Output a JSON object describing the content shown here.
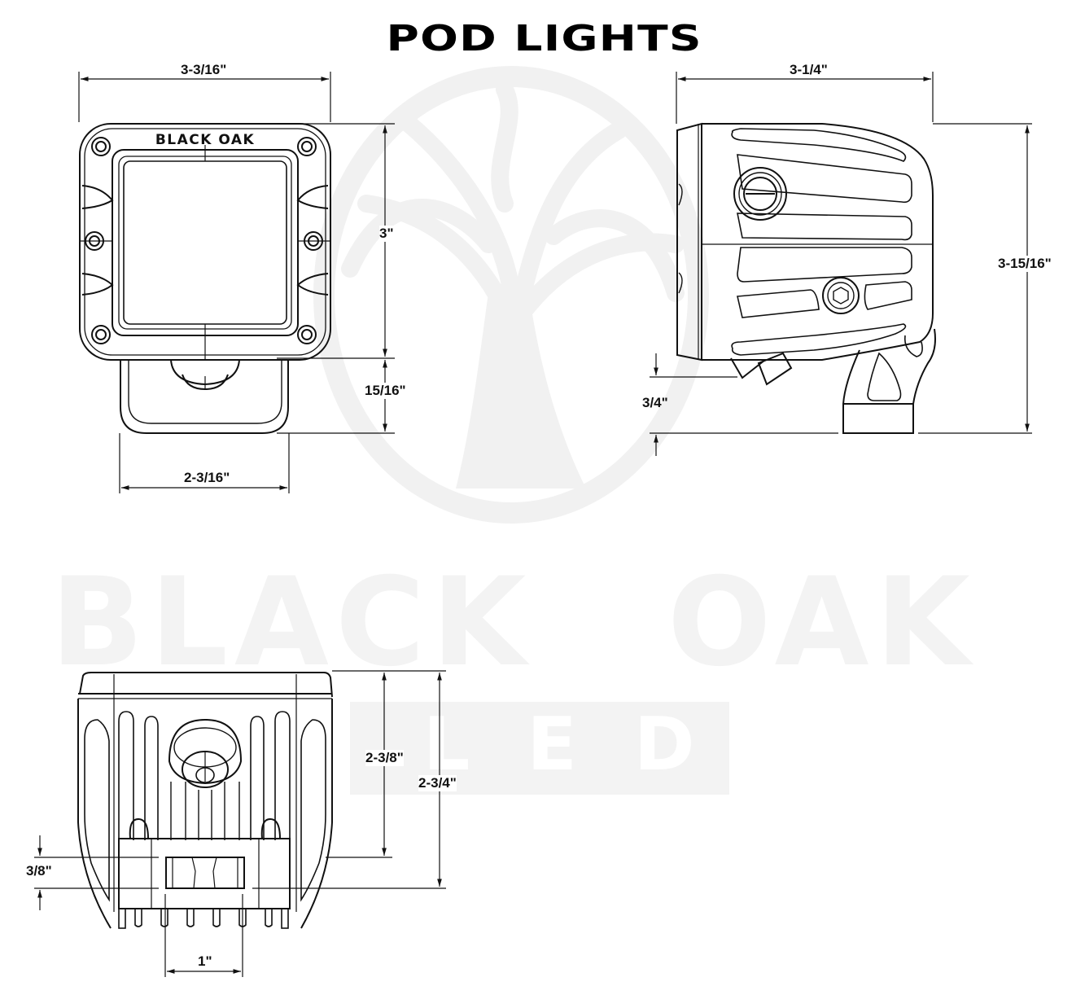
{
  "title": "POD LIGHTS",
  "watermark": {
    "brand_line1_left": "BLACK",
    "brand_line1_right": "OAK",
    "brand_line2": "LED",
    "logo": "oak-tree-circle-logo"
  },
  "front_view": {
    "bezel_brand": "BLACK OAK",
    "dimensions": {
      "width": "3-3/16\"",
      "height": "3\"",
      "bracket_height": "15/16\"",
      "bracket_width": "2-3/16\""
    }
  },
  "side_view": {
    "dimensions": {
      "depth": "3-1/4\"",
      "total_height": "3-15/16\"",
      "mount_offset": "3/4\""
    }
  },
  "rear_view": {
    "dimensions": {
      "housing_height": "2-3/8\"",
      "overall_height": "2-3/4\"",
      "slot_height": "3/8\"",
      "slot_width": "1\""
    }
  },
  "colors": {
    "line": "#111111",
    "watermark": "#f3f3f3",
    "background": "#ffffff"
  }
}
